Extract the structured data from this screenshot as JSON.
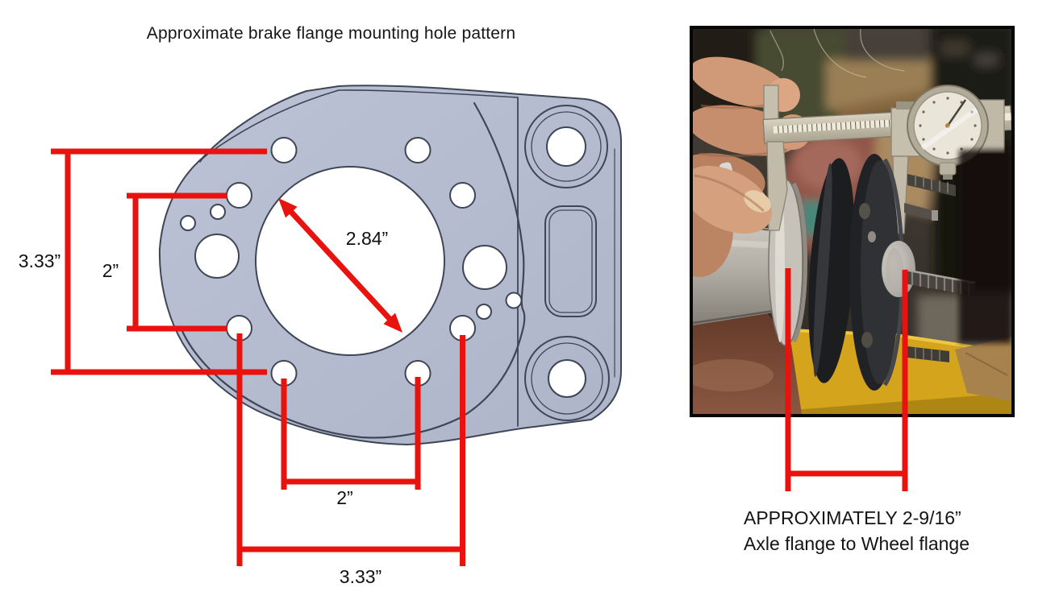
{
  "title": "Approximate brake flange mounting hole pattern",
  "diagram": {
    "dim_left_outer": "3.33”",
    "dim_left_inner": "2”",
    "dim_center_bore": "2.84”",
    "dim_bottom_inner": "2”",
    "dim_bottom_outer": "3.33”"
  },
  "photo_caption": {
    "line1": "APPROXIMATELY 2-9/16”",
    "line2": "Axle flange to Wheel flange"
  },
  "colors": {
    "dimension_red": "#e8120f",
    "plate_fill": "#b6bdd0",
    "plate_outline": "#3e4656",
    "page_background": "#ffffff"
  }
}
